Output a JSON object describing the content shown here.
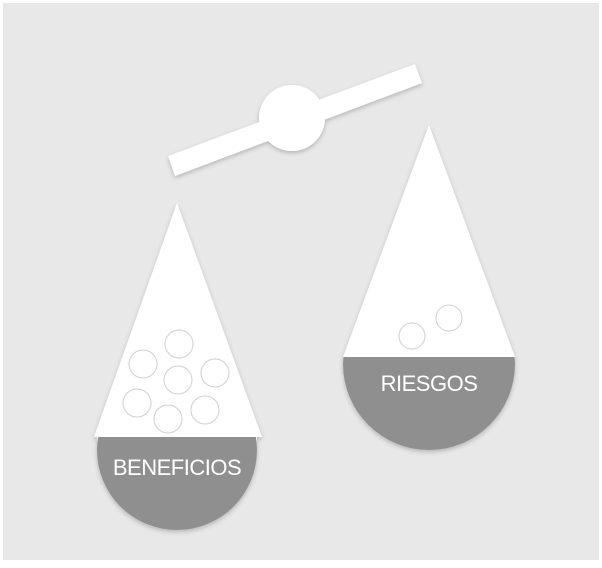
{
  "colors": {
    "background": "#e8e8e8",
    "shape": "#ffffff",
    "shade": "#8f8f8f",
    "label": "#ffffff"
  },
  "left_pan": {
    "label": "BENEFICIOS",
    "ball_count": 7
  },
  "right_pan": {
    "label": "RIESGOS",
    "ball_count": 2
  }
}
